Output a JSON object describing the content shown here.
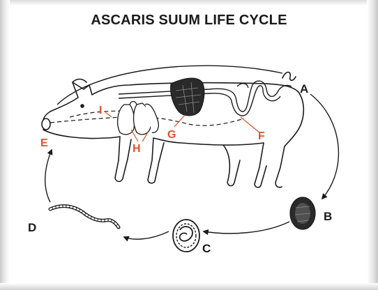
{
  "title": "ASCARIS SUUM LIFE CYCLE",
  "labels": {
    "A": "A",
    "B": "B",
    "C": "C",
    "D": "D",
    "E": "E",
    "F": "F",
    "G": "G",
    "H": "H",
    "I": "I"
  },
  "colors": {
    "stage_labels": "#1a1a1a",
    "organ_labels": "#e0532a",
    "line_art": "#1a1a1a"
  }
}
